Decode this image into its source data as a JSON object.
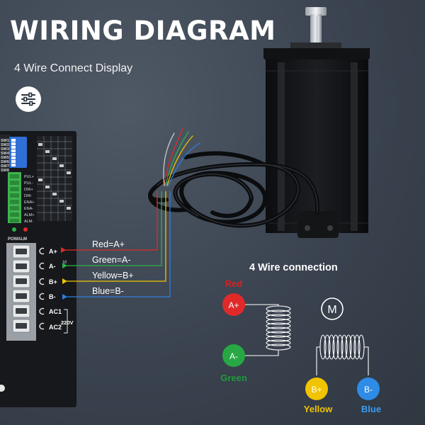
{
  "header": {
    "title": "WIRING DIAGRAM",
    "subtitle": "4 Wire Connect Display"
  },
  "icons": {
    "settings": "sliders-icon",
    "motor": "m-circle-icon"
  },
  "driver": {
    "switch_labels": [
      "SW1",
      "SW2",
      "SW3",
      "SW4",
      "SW5",
      "SW6",
      "SW7",
      "SW8"
    ],
    "signal_labels": [
      "PUL+",
      "PUL-",
      "DIR+",
      "DIR-",
      "ENA+",
      "ENA-",
      "ALM+",
      "ALM-"
    ],
    "led_label": "POWALM",
    "terminal_labels": [
      "A+",
      "A-",
      "B+",
      "B-",
      "AC1",
      "AC2"
    ],
    "voltage_label": "220V",
    "side_mark": "M"
  },
  "wiring": {
    "labels": [
      "Red=A+",
      "Green=A-",
      "Yellow=B+",
      "Blue=B-"
    ],
    "colors": {
      "red": "#e02a2a",
      "green": "#29b34a",
      "yellow": "#f0c400",
      "blue": "#2e7ee0"
    }
  },
  "connection": {
    "title": "4 Wire connection",
    "motor_symbol": "M",
    "terminals": [
      {
        "label": "A+",
        "color_name": "Red",
        "color": "#e02a2a",
        "text_color": "#d62222"
      },
      {
        "label": "A-",
        "color_name": "Green",
        "color": "#27a844",
        "text_color": "#1f9a3c"
      },
      {
        "label": "B+",
        "color_name": "Yellow",
        "color": "#f0c400",
        "text_color": "#f2c200"
      },
      {
        "label": "B-",
        "color_name": "Blue",
        "color": "#2e8ce6",
        "text_color": "#3a9bf0"
      }
    ]
  }
}
